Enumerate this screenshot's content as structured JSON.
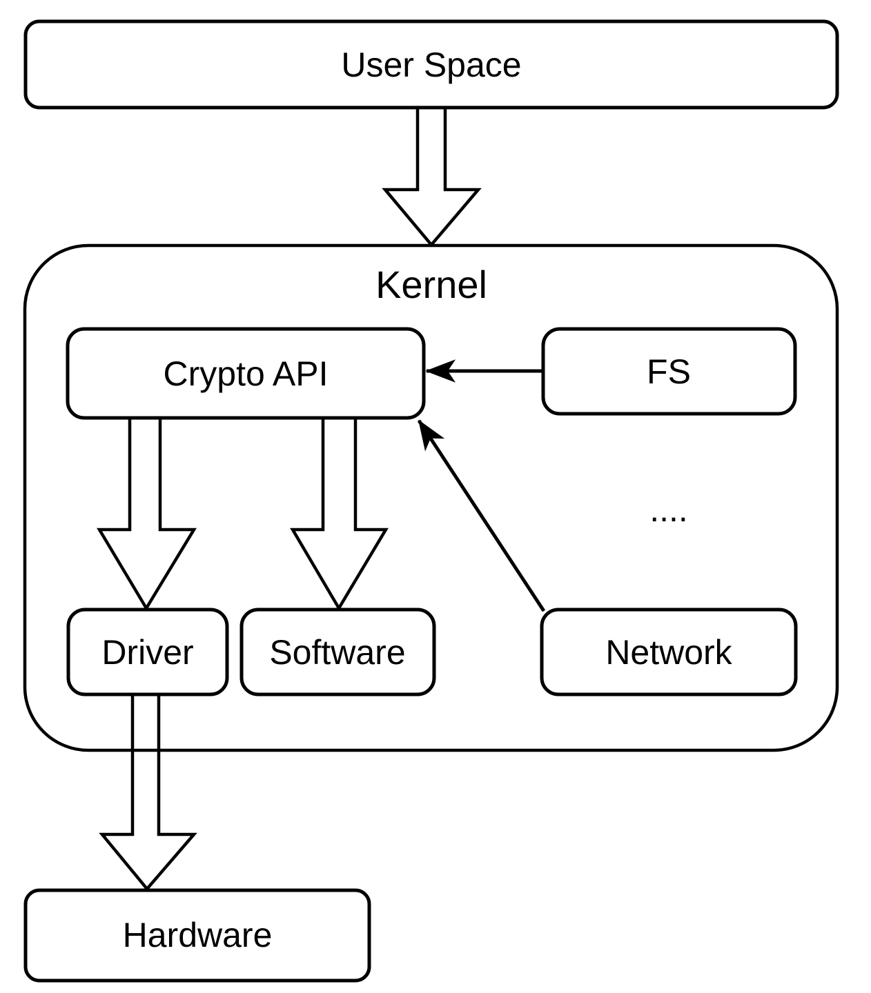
{
  "diagram": {
    "title": "Kernel Crypto API architecture diagram",
    "background_color": "#ffffff",
    "stroke_color": "#000000",
    "text_color": "#000000",
    "nodes": {
      "user_space": {
        "label": "User Space"
      },
      "kernel": {
        "label": "Kernel"
      },
      "crypto_api": {
        "label": "Crypto API"
      },
      "fs": {
        "label": "FS"
      },
      "ellipsis": {
        "label": "...."
      },
      "driver": {
        "label": "Driver"
      },
      "software": {
        "label": "Software"
      },
      "network": {
        "label": "Network"
      },
      "hardware": {
        "label": "Hardware"
      }
    },
    "arrows": [
      {
        "from": "User Space",
        "to": "Kernel",
        "style": "hollow-block",
        "direction": "down"
      },
      {
        "from": "FS",
        "to": "Crypto API",
        "style": "line-filled-head",
        "direction": "left"
      },
      {
        "from": "Network",
        "to": "Crypto API",
        "style": "line-filled-head",
        "direction": "up-left"
      },
      {
        "from": "Crypto API",
        "to": "Driver",
        "style": "hollow-block",
        "direction": "down"
      },
      {
        "from": "Crypto API",
        "to": "Software",
        "style": "hollow-block",
        "direction": "down"
      },
      {
        "from": "Driver",
        "to": "Hardware",
        "style": "hollow-block",
        "direction": "down"
      }
    ]
  }
}
